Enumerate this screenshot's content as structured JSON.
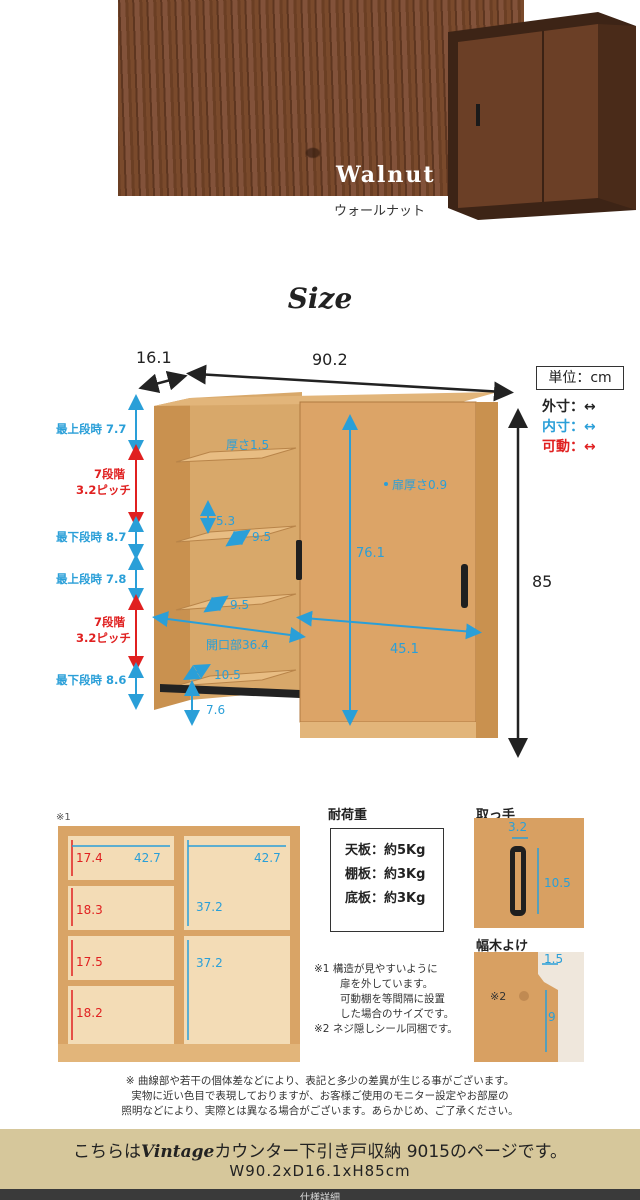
{
  "color_section": {
    "name_en": "Walnut",
    "name_jp": "ウォールナット"
  },
  "size_section": {
    "title": "Size",
    "units_label": "単位：cm",
    "legend": {
      "outer": "外寸：",
      "inner": "内寸：",
      "movable": "可動："
    },
    "dims": {
      "depth": "16.1",
      "width": "90.2",
      "height": "85",
      "shelf_thickness": "厚さ1.5",
      "door_thickness": "扉厚さ0.9",
      "door_height": "76.1",
      "door_width": "45.1",
      "opening": "開口部36.4",
      "gap1": "5.3",
      "shelf_depth1": "9.5",
      "shelf_depth2": "9.5",
      "shelf_depth3": "10.5",
      "base_height": "7.6"
    },
    "side_labels": {
      "top1": "最上段時 7.7",
      "pitch1_a": "7段階",
      "pitch1_b": "3.2ピッチ",
      "bottom1": "最下段時 8.7",
      "top2": "最上段時 7.8",
      "pitch2_a": "7段階",
      "pitch2_b": "3.2ピッチ",
      "bottom2": "最下段時 8.6"
    }
  },
  "front_view": {
    "star": "※1",
    "col_widths": [
      "42.7",
      "42.7"
    ],
    "left_heights": [
      "17.4",
      "18.3",
      "17.5",
      "18.2"
    ],
    "right_heights": [
      "37.2",
      "37.2"
    ]
  },
  "load": {
    "title": "耐荷重",
    "rows": [
      "天板：約5Kg",
      "棚板：約3Kg",
      "底板：約3Kg"
    ]
  },
  "handle": {
    "title": "取っ手",
    "w": "3.2",
    "h": "10.5"
  },
  "baseboard": {
    "title": "幅木よけ",
    "mark": "※2",
    "w": "1.5",
    "h": "9"
  },
  "notes": [
    "※1  構造が見やすいように",
    "扉を外しています。",
    "可動棚を等間隔に設置",
    "した場合のサイズです。",
    "※2  ネジ隠しシール同梱です。"
  ],
  "footnote": [
    "※ 曲線部や若干の個体差などにより、表記と多少の差異が生じる事がございます。",
    "実物に近い色目で表現しておりますが、お客様ご使用のモニター設定やお部屋の",
    "照明などにより、実際とは異なる場合がございます。あらかじめ、ご了承ください。"
  ],
  "banner": {
    "prefix": "こちらは",
    "brand": "Vintage",
    "suffix": "カウンター下引き戸収納 9015のページです。",
    "dims": "W90.2xD16.1xH85cm"
  },
  "spec_bar": "仕様詳細",
  "colors": {
    "outer": "#222222",
    "inner": "#2a9fd8",
    "movable": "#e02020",
    "wood": "#d9a466",
    "walnut": "#6e4128",
    "banner": "#d6c79b"
  }
}
